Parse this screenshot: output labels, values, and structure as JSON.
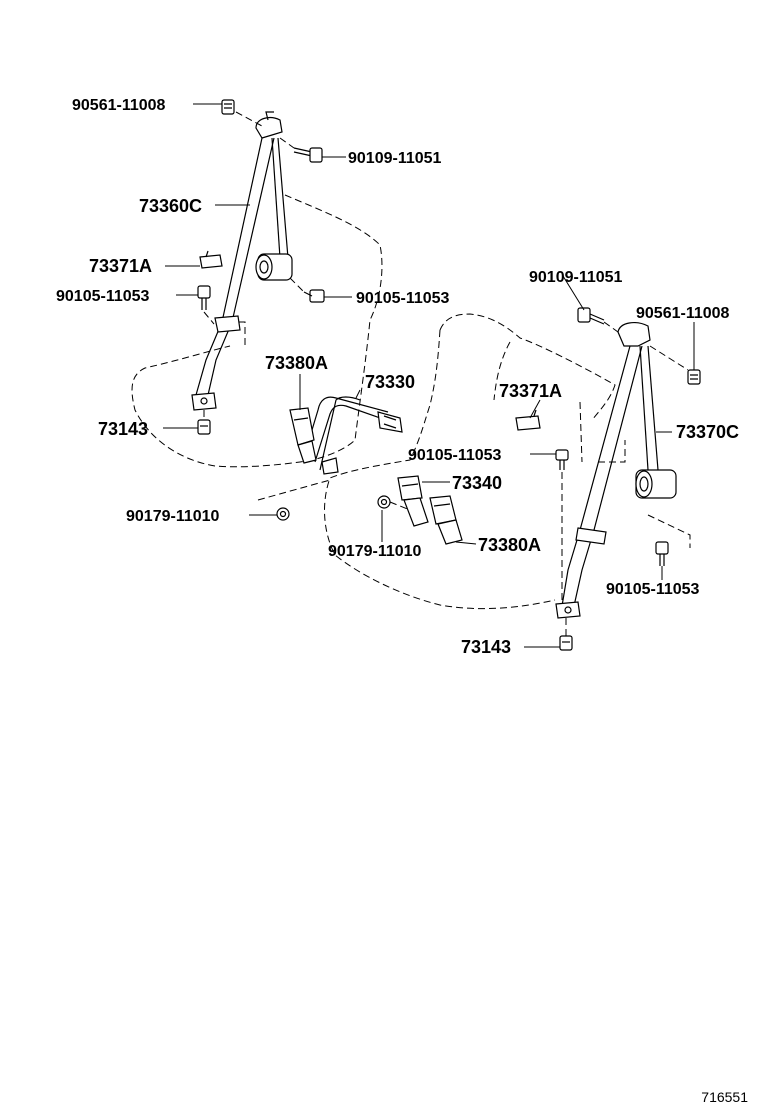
{
  "labels": {
    "bolt_90561_top_left": "90561-11008",
    "bolt_90109_top_left": "90109-11051",
    "belt_73360c": "73360C",
    "cover_73371a_left": "73371A",
    "bolt_90105_left": "90105-11053",
    "bolt_90105_center_left": "90105-11053",
    "anchor_73143_left": "73143",
    "buckle_73380a_left": "73380A",
    "belt_73330": "73330",
    "nut_90179_left": "90179-11010",
    "bolt_90109_right": "90109-11051",
    "bolt_90561_right": "90561-11008",
    "cover_73371a_right": "73371A",
    "belt_73370c": "73370C",
    "bolt_90105_center": "90105-11053",
    "buckle_73340": "73340",
    "nut_90179_center": "90179-11010",
    "buckle_73380a_right": "73380A",
    "bolt_90105_right": "90105-11053",
    "anchor_73143_right": "73143"
  },
  "figure_ref": "716551"
}
